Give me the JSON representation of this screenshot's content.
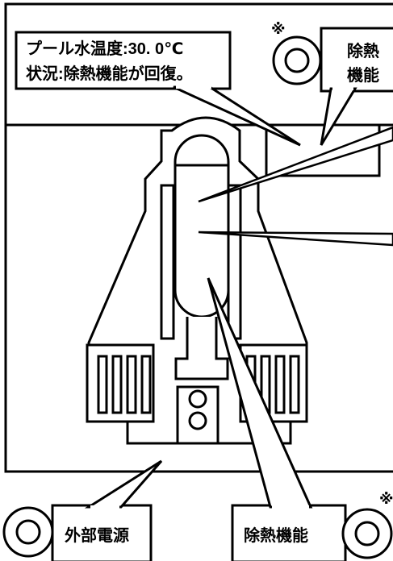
{
  "callouts": {
    "pool_temperature": "プール水温度:30. 0℃",
    "pool_status": "状況:除熱機能が回復。",
    "top_right_line1": "除熱",
    "top_right_line2": "機能",
    "external_power": "外部電源",
    "heat_removal": "除熱機能"
  },
  "marks": {
    "note_mark_top": "※",
    "note_mark_bottom": "※"
  },
  "colors": {
    "stroke": "#000000",
    "background": "#ffffff"
  }
}
